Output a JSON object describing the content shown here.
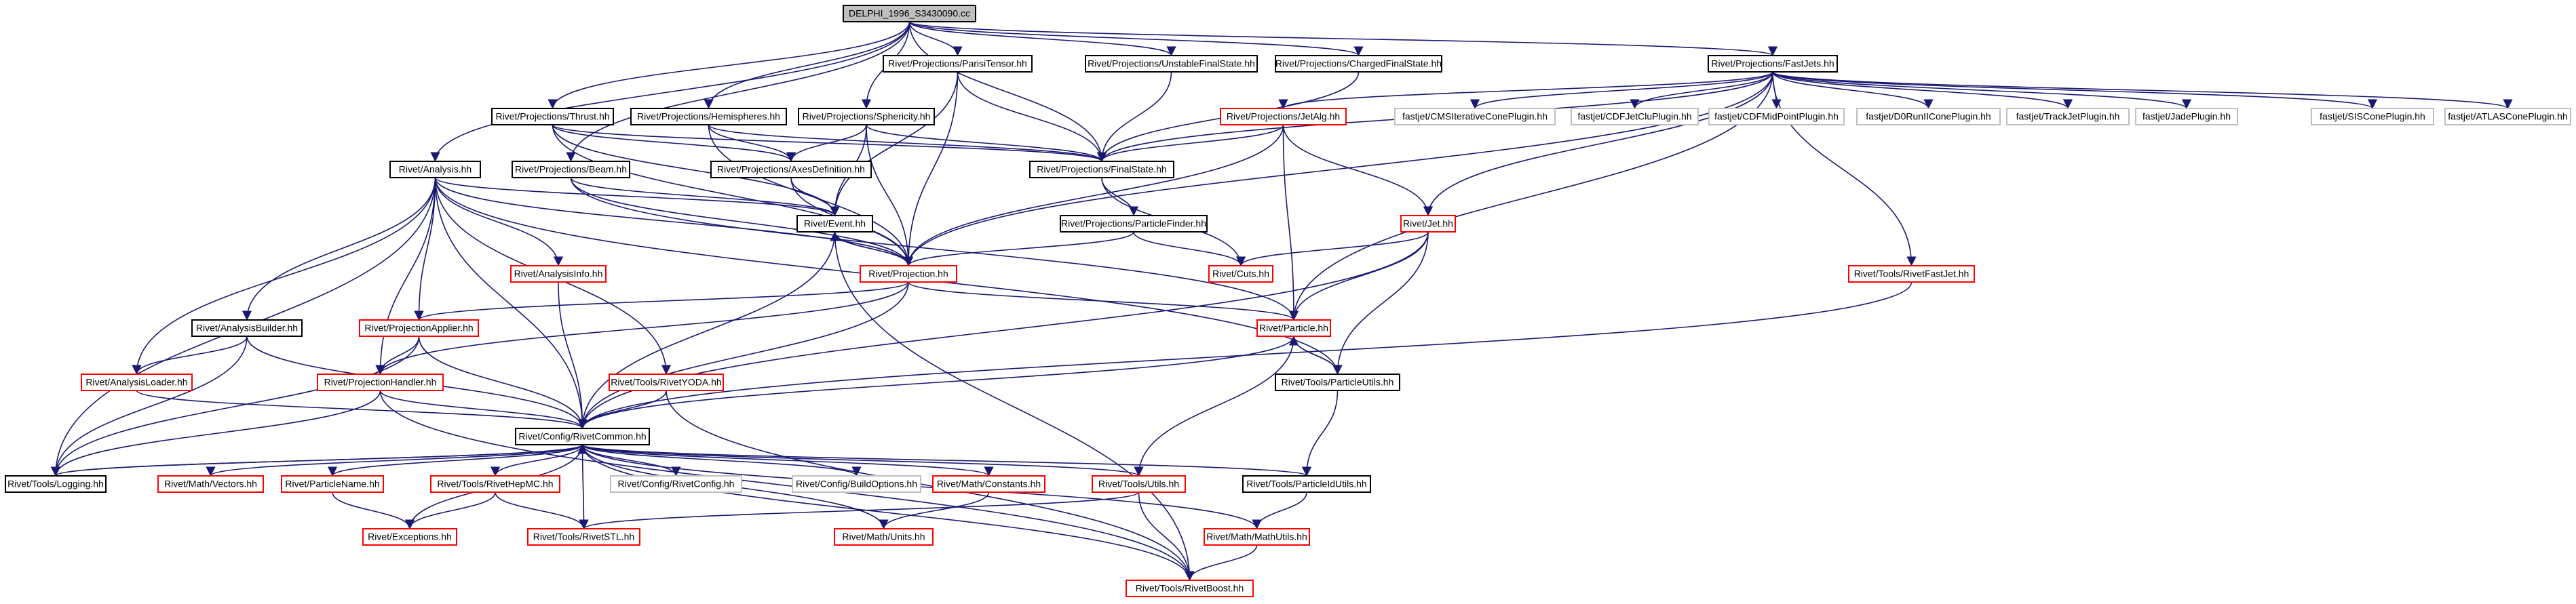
{
  "diagram": {
    "nodes": [
      {
        "id": "root",
        "label": "DELPHI_1996_S3430090.cc",
        "kind": "root"
      },
      {
        "id": "parisi",
        "label": "Rivet/Projections/ParisiTensor.hh",
        "kind": "black"
      },
      {
        "id": "unstable",
        "label": "Rivet/Projections/UnstableFinalState.hh",
        "kind": "black"
      },
      {
        "id": "charged",
        "label": "Rivet/Projections/ChargedFinalState.hh",
        "kind": "black"
      },
      {
        "id": "fastjets",
        "label": "Rivet/Projections/FastJets.hh",
        "kind": "black"
      },
      {
        "id": "thrust",
        "label": "Rivet/Projections/Thrust.hh",
        "kind": "black"
      },
      {
        "id": "hemis",
        "label": "Rivet/Projections/Hemispheres.hh",
        "kind": "black"
      },
      {
        "id": "spher",
        "label": "Rivet/Projections/Sphericity.hh",
        "kind": "black"
      },
      {
        "id": "jetalg",
        "label": "Rivet/Projections/JetAlg.hh",
        "kind": "red"
      },
      {
        "id": "cmsit",
        "label": "fastjet/CMSIterativeConePlugin.hh",
        "kind": "gray"
      },
      {
        "id": "cdfjetclu",
        "label": "fastjet/CDFJetCluPlugin.hh",
        "kind": "gray"
      },
      {
        "id": "cdfmid",
        "label": "fastjet/CDFMidPointPlugin.hh",
        "kind": "gray"
      },
      {
        "id": "d0run",
        "label": "fastjet/D0RunIIConePlugin.hh",
        "kind": "gray"
      },
      {
        "id": "trackjet",
        "label": "fastjet/TrackJetPlugin.hh",
        "kind": "gray"
      },
      {
        "id": "jade",
        "label": "fastjet/JadePlugin.hh",
        "kind": "gray"
      },
      {
        "id": "siscone",
        "label": "fastjet/SISConePlugin.hh",
        "kind": "gray"
      },
      {
        "id": "atlascone",
        "label": "fastjet/ATLASConePlugin.hh",
        "kind": "gray"
      },
      {
        "id": "analysis",
        "label": "Rivet/Analysis.hh",
        "kind": "black"
      },
      {
        "id": "beam",
        "label": "Rivet/Projections/Beam.hh",
        "kind": "black"
      },
      {
        "id": "axesdef",
        "label": "Rivet/Projections/AxesDefinition.hh",
        "kind": "black"
      },
      {
        "id": "finalstate",
        "label": "Rivet/Projections/FinalState.hh",
        "kind": "black"
      },
      {
        "id": "event",
        "label": "Rivet/Event.hh",
        "kind": "black"
      },
      {
        "id": "partfinder",
        "label": "Rivet/Projections/ParticleFinder.hh",
        "kind": "black"
      },
      {
        "id": "jet",
        "label": "Rivet/Jet.hh",
        "kind": "red"
      },
      {
        "id": "anainfo",
        "label": "Rivet/AnalysisInfo.hh",
        "kind": "red"
      },
      {
        "id": "projection",
        "label": "Rivet/Projection.hh",
        "kind": "red"
      },
      {
        "id": "cuts",
        "label": "Rivet/Cuts.hh",
        "kind": "red"
      },
      {
        "id": "fastjetrivet",
        "label": "Rivet/Tools/RivetFastJet.hh",
        "kind": "red"
      },
      {
        "id": "anabuilder",
        "label": "Rivet/AnalysisBuilder.hh",
        "kind": "black"
      },
      {
        "id": "projapplier",
        "label": "Rivet/ProjectionApplier.hh",
        "kind": "red"
      },
      {
        "id": "particle",
        "label": "Rivet/Particle.hh",
        "kind": "red"
      },
      {
        "id": "analoader",
        "label": "Rivet/AnalysisLoader.hh",
        "kind": "red"
      },
      {
        "id": "projhandler",
        "label": "Rivet/ProjectionHandler.hh",
        "kind": "red"
      },
      {
        "id": "rivetyoda",
        "label": "Rivet/Tools/RivetYODA.hh",
        "kind": "red"
      },
      {
        "id": "partutils",
        "label": "Rivet/Tools/ParticleUtils.hh",
        "kind": "black"
      },
      {
        "id": "common",
        "label": "Rivet/Config/RivetCommon.hh",
        "kind": "black"
      },
      {
        "id": "logging",
        "label": "Rivet/Tools/Logging.hh",
        "kind": "black"
      },
      {
        "id": "vectors",
        "label": "Rivet/Math/Vectors.hh",
        "kind": "red"
      },
      {
        "id": "partname",
        "label": "Rivet/ParticleName.hh",
        "kind": "red"
      },
      {
        "id": "hepmc",
        "label": "Rivet/Tools/RivetHepMC.hh",
        "kind": "red"
      },
      {
        "id": "rivetconfig",
        "label": "Rivet/Config/RivetConfig.hh",
        "kind": "gray"
      },
      {
        "id": "buildopts",
        "label": "Rivet/Config/BuildOptions.hh",
        "kind": "gray"
      },
      {
        "id": "constants",
        "label": "Rivet/Math/Constants.hh",
        "kind": "red"
      },
      {
        "id": "utils",
        "label": "Rivet/Tools/Utils.hh",
        "kind": "red"
      },
      {
        "id": "partidutils",
        "label": "Rivet/Tools/ParticleIdUtils.hh",
        "kind": "black"
      },
      {
        "id": "exceptions",
        "label": "Rivet/Exceptions.hh",
        "kind": "red"
      },
      {
        "id": "rivetstl",
        "label": "Rivet/Tools/RivetSTL.hh",
        "kind": "red"
      },
      {
        "id": "units",
        "label": "Rivet/Math/Units.hh",
        "kind": "red"
      },
      {
        "id": "mathutils",
        "label": "Rivet/Math/MathUtils.hh",
        "kind": "red"
      },
      {
        "id": "rivetboost",
        "label": "Rivet/Tools/RivetBoost.hh",
        "kind": "red"
      }
    ],
    "edges": [
      [
        "root",
        "analysis"
      ],
      [
        "root",
        "thrust"
      ],
      [
        "root",
        "beam"
      ],
      [
        "root",
        "hemis"
      ],
      [
        "root",
        "spher"
      ],
      [
        "root",
        "parisi"
      ],
      [
        "root",
        "unstable"
      ],
      [
        "root",
        "charged"
      ],
      [
        "root",
        "fastjets"
      ],
      [
        "root",
        "finalstate"
      ],
      [
        "parisi",
        "finalstate"
      ],
      [
        "parisi",
        "event"
      ],
      [
        "parisi",
        "projection"
      ],
      [
        "unstable",
        "finalstate"
      ],
      [
        "charged",
        "finalstate"
      ],
      [
        "fastjets",
        "jetalg"
      ],
      [
        "fastjets",
        "finalstate"
      ],
      [
        "fastjets",
        "cmsit"
      ],
      [
        "fastjets",
        "cdfjetclu"
      ],
      [
        "fastjets",
        "cdfmid"
      ],
      [
        "fastjets",
        "d0run"
      ],
      [
        "fastjets",
        "trackjet"
      ],
      [
        "fastjets",
        "jade"
      ],
      [
        "fastjets",
        "siscone"
      ],
      [
        "fastjets",
        "atlascone"
      ],
      [
        "fastjets",
        "jet"
      ],
      [
        "fastjets",
        "fastjetrivet"
      ],
      [
        "fastjets",
        "particle"
      ],
      [
        "fastjets",
        "projection"
      ],
      [
        "thrust",
        "axesdef"
      ],
      [
        "thrust",
        "finalstate"
      ],
      [
        "thrust",
        "projection"
      ],
      [
        "thrust",
        "event"
      ],
      [
        "hemis",
        "axesdef"
      ],
      [
        "hemis",
        "finalstate"
      ],
      [
        "hemis",
        "projection"
      ],
      [
        "spher",
        "axesdef"
      ],
      [
        "spher",
        "finalstate"
      ],
      [
        "spher",
        "event"
      ],
      [
        "spher",
        "projection"
      ],
      [
        "jetalg",
        "finalstate"
      ],
      [
        "jetalg",
        "jet"
      ],
      [
        "jetalg",
        "particle"
      ],
      [
        "jetalg",
        "projection"
      ],
      [
        "analysis",
        "event"
      ],
      [
        "analysis",
        "projection"
      ],
      [
        "analysis",
        "anainfo"
      ],
      [
        "analysis",
        "anabuilder"
      ],
      [
        "analysis",
        "projapplier"
      ],
      [
        "analysis",
        "analoader"
      ],
      [
        "analysis",
        "projhandler"
      ],
      [
        "analysis",
        "rivetyoda"
      ],
      [
        "analysis",
        "common"
      ],
      [
        "analysis",
        "logging"
      ],
      [
        "analysis",
        "partutils"
      ],
      [
        "beam",
        "event"
      ],
      [
        "beam",
        "projection"
      ],
      [
        "beam",
        "particle"
      ],
      [
        "axesdef",
        "event"
      ],
      [
        "axesdef",
        "projection"
      ],
      [
        "finalstate",
        "partfinder"
      ],
      [
        "finalstate",
        "cuts"
      ],
      [
        "event",
        "projection"
      ],
      [
        "event",
        "common"
      ],
      [
        "event",
        "rivetboost"
      ],
      [
        "partfinder",
        "projection"
      ],
      [
        "partfinder",
        "cuts"
      ],
      [
        "projection",
        "event"
      ],
      [
        "projection",
        "particle"
      ],
      [
        "projection",
        "projapplier"
      ],
      [
        "projection",
        "projhandler"
      ],
      [
        "projection",
        "common"
      ],
      [
        "jet",
        "cuts"
      ],
      [
        "jet",
        "particle"
      ],
      [
        "jet",
        "partutils"
      ],
      [
        "jet",
        "common"
      ],
      [
        "fastjetrivet",
        "common"
      ],
      [
        "anainfo",
        "common"
      ],
      [
        "anabuilder",
        "analoader"
      ],
      [
        "anabuilder",
        "logging"
      ],
      [
        "anabuilder",
        "common"
      ],
      [
        "projapplier",
        "projhandler"
      ],
      [
        "projapplier",
        "logging"
      ],
      [
        "projapplier",
        "common"
      ],
      [
        "particle",
        "partutils"
      ],
      [
        "particle",
        "common"
      ],
      [
        "particle",
        "utils"
      ],
      [
        "partutils",
        "particle"
      ],
      [
        "partutils",
        "partidutils"
      ],
      [
        "analoader",
        "common"
      ],
      [
        "projhandler",
        "logging"
      ],
      [
        "projhandler",
        "common"
      ],
      [
        "projhandler",
        "rivetboost"
      ],
      [
        "rivetyoda",
        "common"
      ],
      [
        "rivetyoda",
        "rivetboost"
      ],
      [
        "common",
        "logging"
      ],
      [
        "common",
        "vectors"
      ],
      [
        "common",
        "partname"
      ],
      [
        "common",
        "hepmc"
      ],
      [
        "common",
        "rivetconfig"
      ],
      [
        "common",
        "buildopts"
      ],
      [
        "common",
        "constants"
      ],
      [
        "common",
        "utils"
      ],
      [
        "common",
        "partidutils"
      ],
      [
        "common",
        "exceptions"
      ],
      [
        "common",
        "rivetstl"
      ],
      [
        "common",
        "units"
      ],
      [
        "common",
        "mathutils"
      ],
      [
        "common",
        "rivetboost"
      ],
      [
        "partname",
        "exceptions"
      ],
      [
        "hepmc",
        "exceptions"
      ],
      [
        "hepmc",
        "rivetstl"
      ],
      [
        "constants",
        "units"
      ],
      [
        "utils",
        "rivetstl"
      ],
      [
        "utils",
        "rivetboost"
      ],
      [
        "partidutils",
        "mathutils"
      ],
      [
        "mathutils",
        "rivetboost"
      ],
      [
        "logging",
        "common"
      ]
    ],
    "colors": {
      "edge": "#191970",
      "black_border": "#000000",
      "red_border": "#ff0000",
      "gray_border": "#bfbfbf",
      "root_fill": "#bfbfbf"
    }
  }
}
